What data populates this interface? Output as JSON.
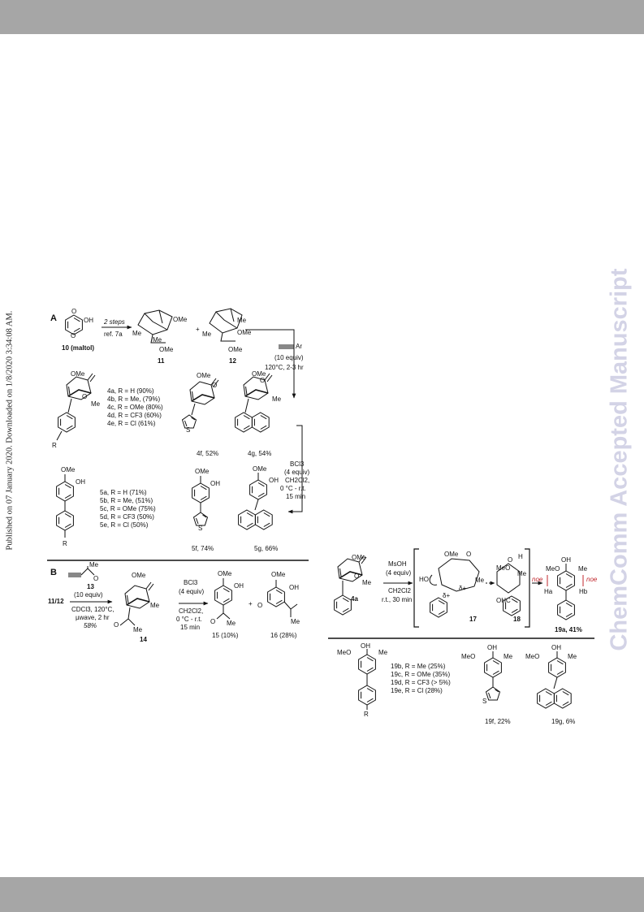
{
  "sidebar": {
    "published": "Published on 07 January 2020. Downloaded on 1/8/2020 3:34:08 AM.",
    "watermark": "ChemComm Accepted Manuscript"
  },
  "partA": {
    "label": "A",
    "maltol_o": "O",
    "maltol_oh": "OH",
    "maltol_ring_o": "O",
    "maltol_name": "10 (maltol)",
    "step1": "2 steps",
    "step2": "ref. 7a",
    "c11": "11",
    "c12": "12",
    "plus": "+",
    "dimer_me1": "Me",
    "dimer_ome1": "OMe",
    "dimer_ome2": "OMe",
    "dimer_me2": "Me",
    "dimer_me3": "Me",
    "dimer_ome3": "OMe",
    "dimer_ome4": "OMe",
    "dimer_me4": "Me",
    "alkyne_ar": "Ar",
    "cond1": "(10 equiv)",
    "cond2": "120°C, 2-3 hr",
    "ome": "OMe",
    "me": "Me",
    "o": "O",
    "r": "R",
    "s": "S",
    "oh": "OH",
    "list4": [
      "4a, R = H (90%)",
      "4b, R = Me, (79%)",
      "4c, R = OMe (80%)",
      "4d, R = CF3 (60%)",
      "4e, R = Cl (61%)"
    ],
    "y4f": "4f, 52%",
    "y4g": "4g, 54%",
    "bcl1": "BCl3",
    "bcl2": "(4 equiv)",
    "bcl3": "CH2Cl2,",
    "bcl4": "0 °C - r.t.",
    "bcl5": "15 min",
    "list5": [
      "5a, R = H (71%)",
      "5b, R = Me, (51%)",
      "5c, R = OMe (75%)",
      "5d, R = CF3 (50%)",
      "5e, R = Cl (50%)"
    ],
    "y5f": "5f, 74%",
    "y5g": "5g, 66%"
  },
  "partB": {
    "label": "B",
    "me": "Me",
    "o": "O",
    "c13": "13",
    "equiv": "(10 equiv)",
    "start": "11/12",
    "cond1": "CDCl3, 120°C,",
    "cond2": "µwave, 2 hr",
    "yield": "58%",
    "ome": "OMe",
    "c14": "14",
    "bcl1": "BCl3",
    "bcl2": "(4 equiv)",
    "bcl3": "CH2Cl2,",
    "bcl4": "0 °C - r.t.",
    "bcl5": "15 min",
    "oh": "OH",
    "plus": "+",
    "y15": "15 (10%)",
    "y16": "16 (28%)"
  },
  "partC": {
    "c4a": "4a",
    "ome": "OMe",
    "me": "Me",
    "o": "O",
    "ho": "HO",
    "meo": "MeO",
    "oh": "OH",
    "ohc": "OHC",
    "oplus": "O",
    "h": "H",
    "deltaplus": "δ+",
    "deltaplus2": "δ+",
    "msoh1": "MsOH",
    "msoh2": "(4 equiv)",
    "msoh3": "CH2Cl2",
    "msoh4": "r.t., 30 min",
    "c17": "17",
    "c18": "18",
    "noe1": "noe",
    "noe2": "noe",
    "ha": "Ha",
    "hb": "Hb",
    "y19a": "19a, 41%",
    "list19": [
      "19b, R = Me (25%)",
      "19c, R = OMe (35%)",
      "19d, R = CF3 (> 5%)",
      "19e, R = Cl (28%)"
    ],
    "r": "R",
    "s": "S",
    "y19f": "19f, 22%",
    "y19g": "19g, 6%"
  }
}
